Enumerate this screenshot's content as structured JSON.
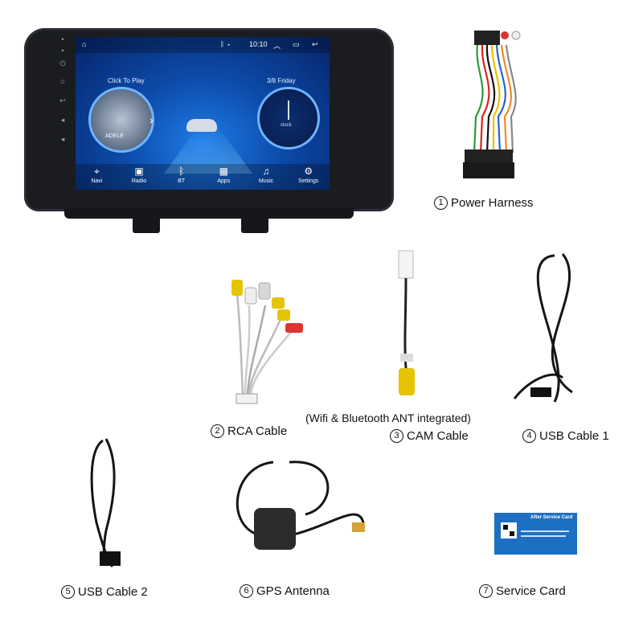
{
  "head_unit": {
    "status_time": "10:10",
    "player_title": "Click To Play",
    "player_artist": "ADELE",
    "date": "3/8 Friday",
    "clock_label": "clock",
    "dock": [
      {
        "icon": "map-pin-icon",
        "glyph": "⌖",
        "label": "Navi"
      },
      {
        "icon": "radio-icon",
        "glyph": "▣",
        "label": "Radio"
      },
      {
        "icon": "bluetooth-icon",
        "glyph": "ᛒ",
        "label": "BT"
      },
      {
        "icon": "apps-grid-icon",
        "glyph": "▦",
        "label": "Apps"
      },
      {
        "icon": "music-note-icon",
        "glyph": "♫",
        "label": "Music"
      },
      {
        "icon": "gear-icon",
        "glyph": "⚙",
        "label": "Settings"
      }
    ]
  },
  "items": [
    {
      "num": "1",
      "label": "Power Harness"
    },
    {
      "num": "2",
      "label": "RCA Cable"
    },
    {
      "num": "3",
      "label": "CAM Cable"
    },
    {
      "num": "4",
      "label": "USB Cable 1"
    },
    {
      "num": "5",
      "label": "USB Cable 2"
    },
    {
      "num": "6",
      "label": "GPS Antenna"
    },
    {
      "num": "7",
      "label": "Service Card"
    }
  ],
  "cam_note": "(Wifi & Bluetooth ANT integrated)",
  "service_card": {
    "title": "After Service Card"
  }
}
